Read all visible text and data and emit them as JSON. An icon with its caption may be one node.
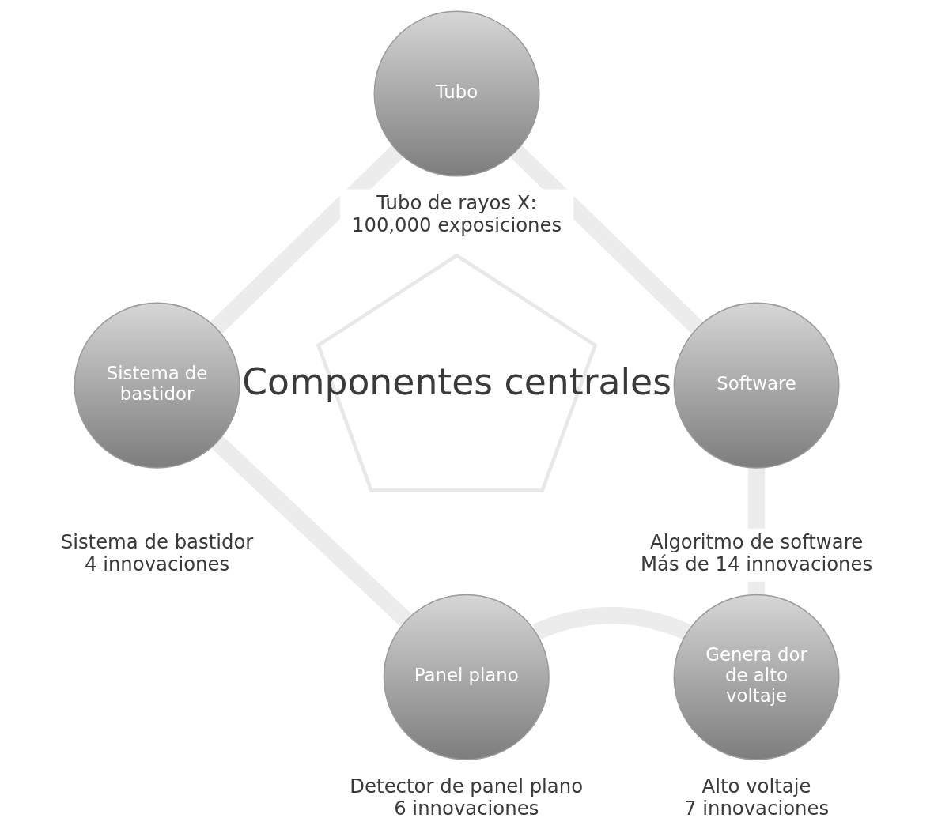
{
  "diagram": {
    "nodes": [
      {
        "text": [
          "Tubo"
        ],
        "beside": [
          "Tubo de rayos X:",
          "100,000 exposiciones"
        ]
      },
      {
        "text": [
          "Sistema de bastidor"
        ],
        "beside": [
          "Sistema de bastidor",
          "4 innovaciones"
        ]
      },
      {
        "text": [
          "Componentes centrales"
        ]
      },
      {
        "text": [
          "Software"
        ],
        "beside": [
          "Algoritmo de software",
          "Más de 14 innovaciones"
        ]
      },
      {
        "text": [
          "Panel plano"
        ],
        "beside": [
          "Detector de panel plano",
          "6 innovaciones"
        ]
      },
      {
        "text": [
          "Genera dor de alto voltaje"
        ],
        "beside": [
          "Alto voltaje",
          "7 innovaciones"
        ]
      }
    ],
    "edges": [
      {
        "from": 0,
        "to": 3,
        "arrow": "none"
      },
      {
        "from": 3,
        "to": 5,
        "arrow": "none"
      },
      {
        "from": 5,
        "to": 4,
        "arrow": "none"
      },
      {
        "from": 4,
        "to": 1,
        "arrow": "none"
      },
      {
        "from": 1,
        "to": 0,
        "arrow": "none"
      }
    ]
  }
}
